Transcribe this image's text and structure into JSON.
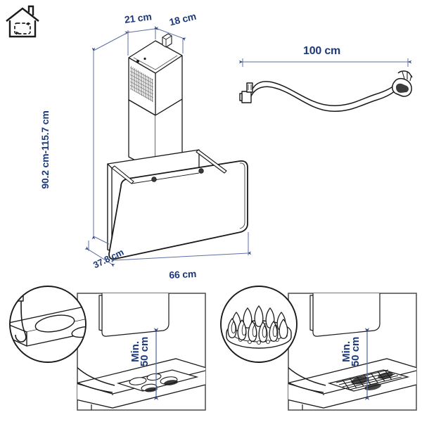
{
  "diagram": {
    "title": "Wall-mounted extractor hood dimension drawing",
    "colors": {
      "dimension_blue": "#1d3a78",
      "dimension_line": "#5b6fa8",
      "outline_black": "#1a1a1a",
      "frame_gray": "#555555",
      "background": "#ffffff"
    }
  },
  "icons": {
    "house_recirculation": "house-recirculation-icon"
  },
  "main_view": {
    "chimney_width_label": "21 cm",
    "chimney_depth_label": "18 cm",
    "total_height_label": "90.2 cm-115.7 cm",
    "hood_width_label": "66 cm",
    "hood_depth_label": "37.8 cm"
  },
  "cable_view": {
    "cable_length_label": "100 cm"
  },
  "detail_panels": [
    {
      "id": "electric-cooktop",
      "clearance_line1": "Min.",
      "clearance_line2": "50 cm",
      "magnifier": "induction-hob-detail"
    },
    {
      "id": "gas-cooktop",
      "clearance_line1": "Min.",
      "clearance_line2": "50 cm",
      "magnifier": "gas-burner-flame-detail"
    }
  ]
}
